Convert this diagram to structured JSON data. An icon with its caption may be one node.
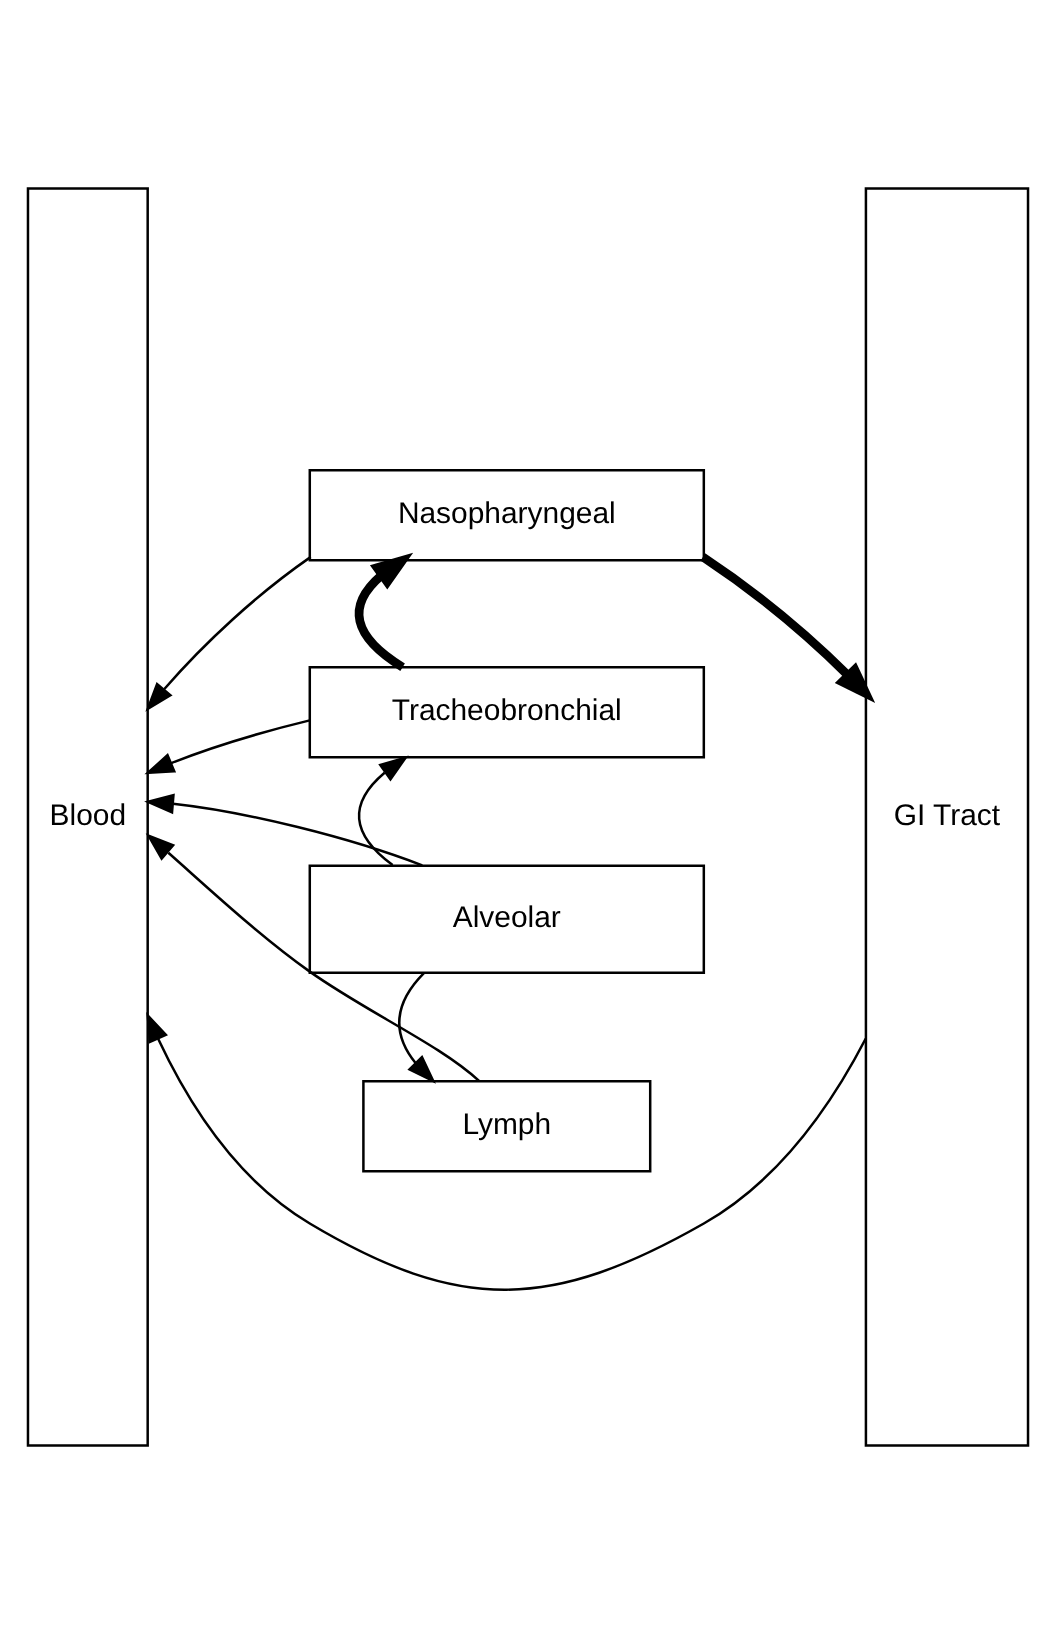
{
  "diagram": {
    "nodes": [
      {
        "text": [
          "Blood"
        ]
      },
      {
        "text": [
          "Nasopharyngeal"
        ]
      },
      {
        "text": [
          "Tracheobronchial"
        ]
      },
      {
        "text": [
          "Alveolar"
        ]
      },
      {
        "text": [
          "Lymph"
        ]
      },
      {
        "text": [
          "GI Tract"
        ]
      }
    ],
    "edges": [
      {
        "from": 1,
        "to": 0,
        "arrow": "to"
      },
      {
        "from": 2,
        "to": 0,
        "arrow": "to"
      },
      {
        "from": 3,
        "to": 0,
        "arrow": "to"
      },
      {
        "from": 4,
        "to": 0,
        "arrow": "to"
      },
      {
        "from": 5,
        "to": 0,
        "arrow": "to"
      },
      {
        "from": 3,
        "to": 2,
        "arrow": "to"
      },
      {
        "from": 2,
        "to": 1,
        "arrow": "to",
        "style": "thick"
      },
      {
        "from": 3,
        "to": 4,
        "arrow": "to"
      },
      {
        "from": 1,
        "to": 5,
        "arrow": "to",
        "style": "thick"
      }
    ]
  }
}
